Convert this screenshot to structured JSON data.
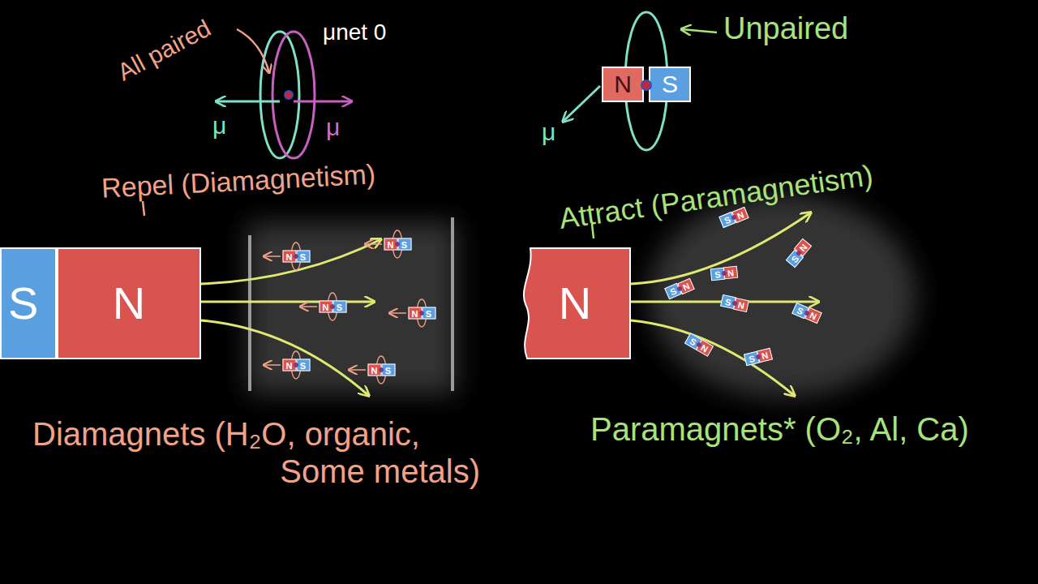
{
  "diagram": {
    "nodes": [
      {
        "text": [
          "S"
        ]
      },
      {
        "text": [
          "N"
        ]
      },
      {
        "text": [
          "N"
        ]
      },
      {
        "text": [
          "N"
        ]
      },
      {
        "text": [
          "S"
        ]
      }
    ],
    "labels": [
      "All paired",
      "μnet 0",
      "μ",
      "μ",
      "Unpaired",
      "μ",
      "Repel (Diamagnetism)",
      "Attract (Paramagnetism)",
      "N",
      "S",
      "N",
      "S",
      "N",
      "S",
      "N",
      "S",
      "N",
      "S",
      "N",
      "S",
      "S",
      "N",
      "S",
      "N",
      "S",
      "N",
      "S",
      "N",
      "S",
      "N",
      "S",
      "N",
      "S",
      "N",
      "S",
      "N",
      "Diamagnets (H₂O, organic, Some metals)",
      "Paramagnets* (O₂, Al, Ca)"
    ]
  }
}
